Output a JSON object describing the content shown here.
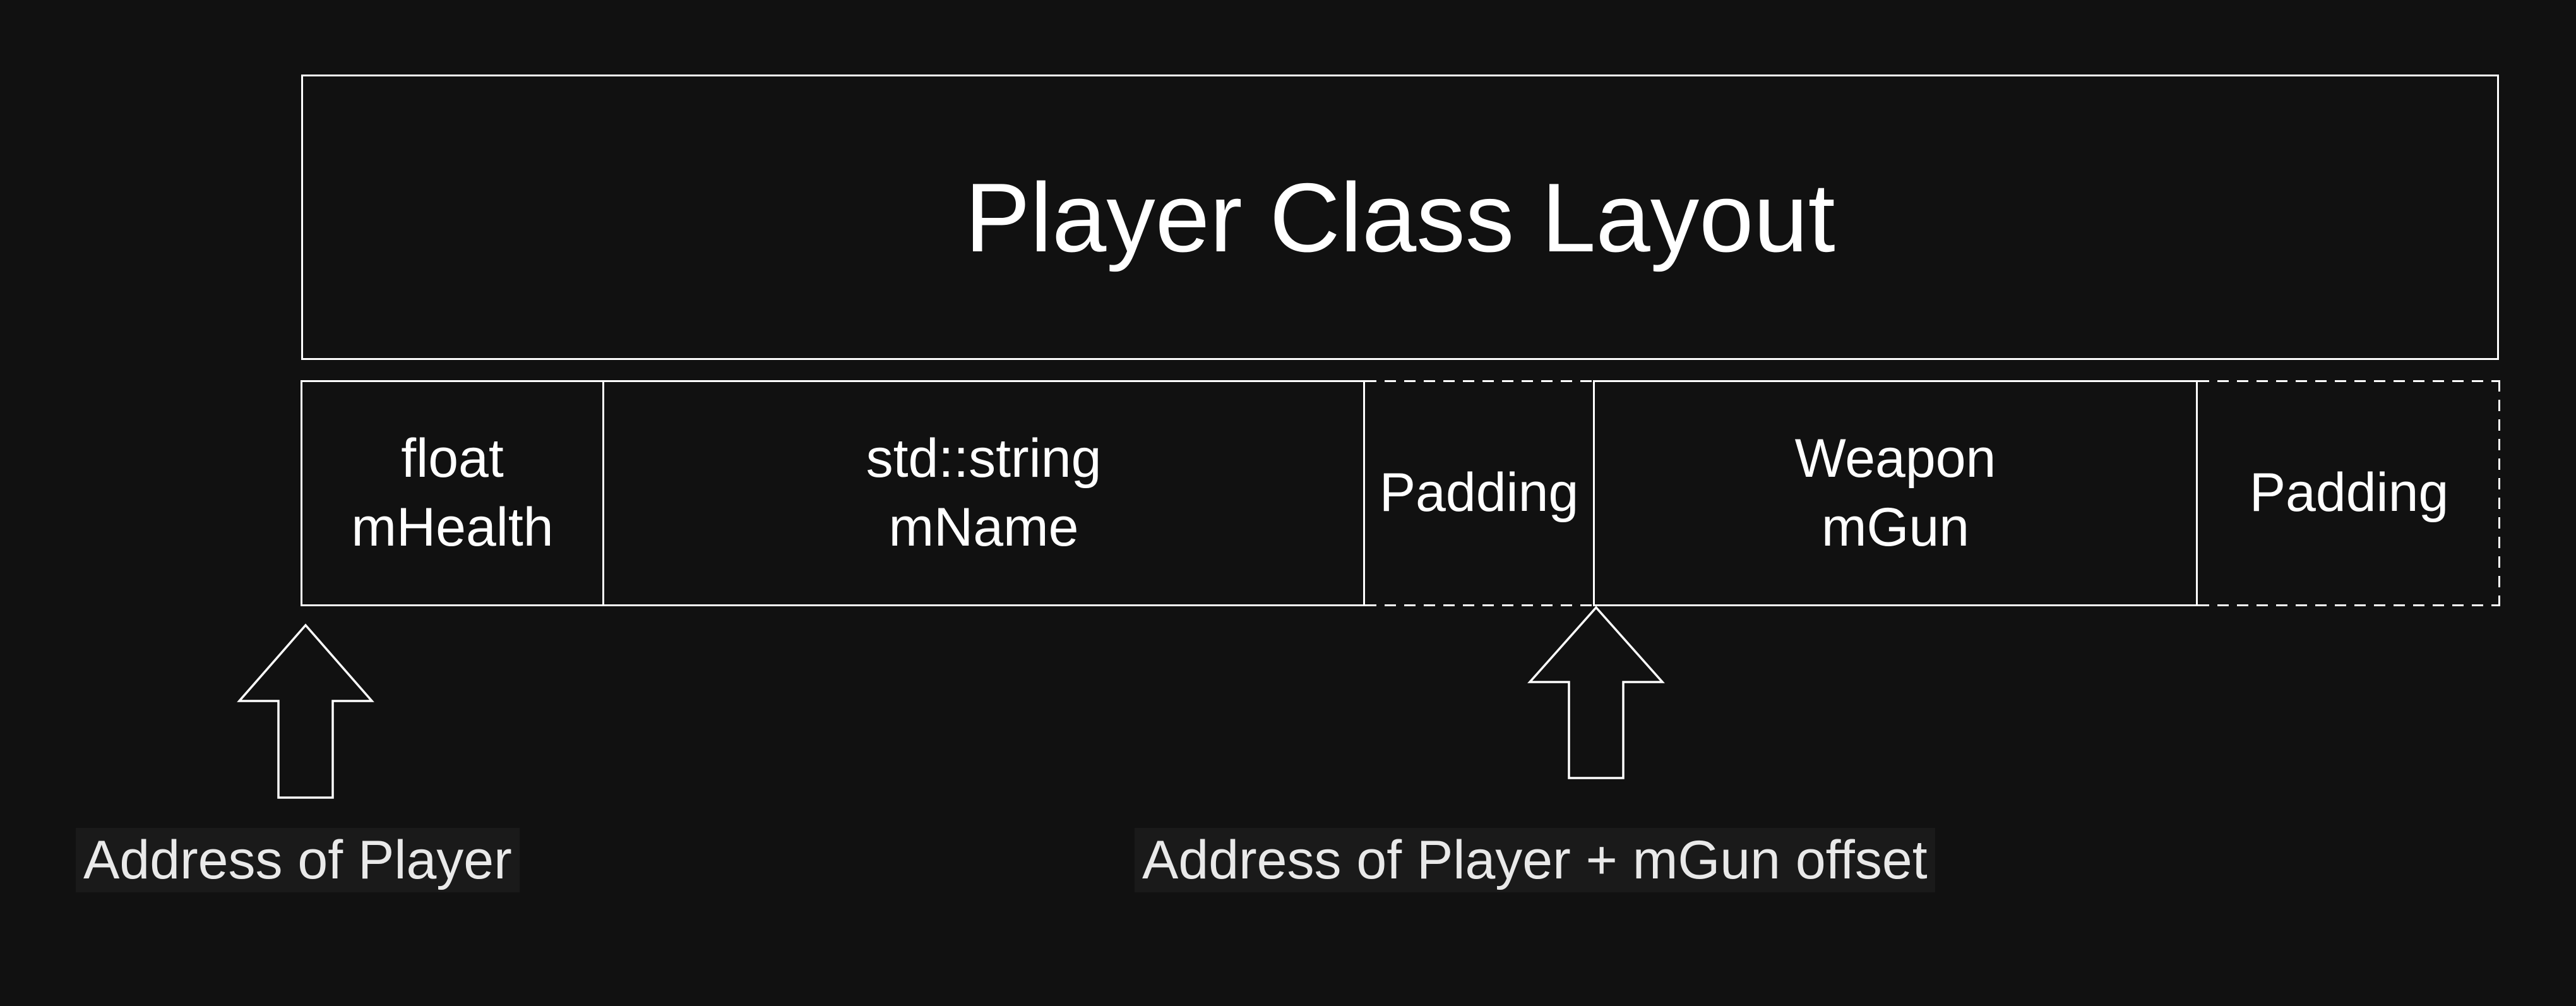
{
  "diagram": {
    "title": "Player Class Layout",
    "memory_row": {
      "cells": [
        {
          "id": "mhealth",
          "line1": "float",
          "line2": "mHealth",
          "border": "solid"
        },
        {
          "id": "mname",
          "line1": "std::string",
          "line2": "mName",
          "border": "solid"
        },
        {
          "id": "padding-1",
          "line1": "Padding",
          "line2": "",
          "border": "dashed"
        },
        {
          "id": "mgun",
          "line1": "Weapon",
          "line2": "mGun",
          "border": "solid"
        },
        {
          "id": "padding-2",
          "line1": "Padding",
          "line2": "",
          "border": "dashed"
        }
      ]
    },
    "annotations": {
      "player_address": {
        "text": "Address of Player"
      },
      "mgun_address": {
        "text": "Address of Player + mGun offset"
      }
    }
  },
  "colors": {
    "background": "#111111",
    "stroke": "#ffffff",
    "cell_text": "#ffffff",
    "label_text": "#e9e9e9",
    "label_bg": "#1a1a1a"
  }
}
